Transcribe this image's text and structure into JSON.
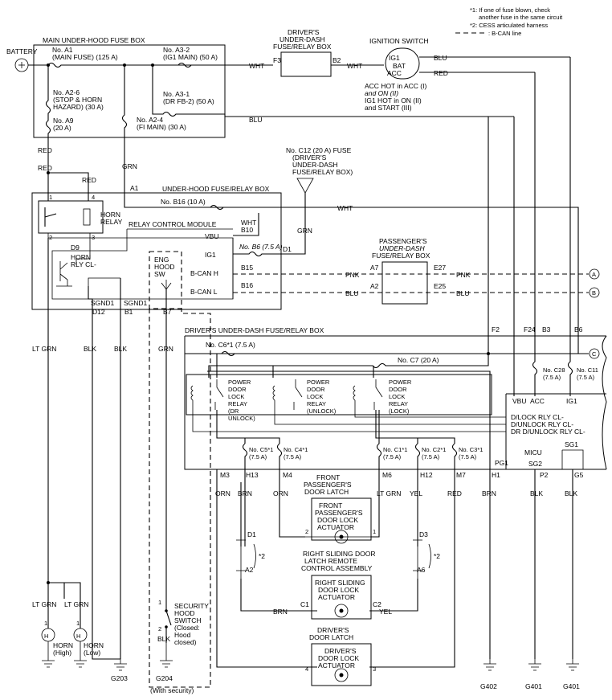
{
  "notes": {
    "n1a": "*1: If one of fuse blown, check",
    "n1b": "another fuse in the same circuit",
    "n2": "*2: CESS articulated harness",
    "n3": ": B-CAN line"
  },
  "main_fuse_box": {
    "title": "MAIN UNDER-HOOD FUSE BOX",
    "battery": "BATTERY",
    "a1": "No. A1",
    "a1_sub": "(MAIN FUSE) (125 A)",
    "a32": "No. A3-2",
    "a32_sub": "(IG1 MAIN) (50 A)",
    "a26": "No. A2-6",
    "a26_sub1": "(STOP & HORN",
    "a26_sub2": "HAZARD) (30 A)",
    "a31": "No. A3-1",
    "a31_sub": "(DR FB-2) (50 A)",
    "a9": "No. A9",
    "a9_sub": "(20 A)",
    "a24": "No. A2-4",
    "a24_sub": "(FI MAIN) (30 A)"
  },
  "driver_fuse_top": {
    "title1": "DRIVER'S",
    "title2": "UNDER-DASH",
    "title3": "FUSE/RELAY BOX",
    "f3": "F3",
    "b2": "B2"
  },
  "ignition": {
    "title": "IGNITION SWITCH",
    "ig1": "IG1",
    "bat": "BAT",
    "acc": "ACC",
    "note1": "ACC HOT in ACC (I)",
    "note2": "and ON (II)",
    "note3": "IG1 HOT in ON (II)",
    "note4": "and START (III)"
  },
  "c12": {
    "l1": "No. C12 (20 A) FUSE",
    "l2": "(DRIVER'S",
    "l3": "UNDER-DASH",
    "l4": "FUSE/RELAY BOX)"
  },
  "underhood": {
    "title": "UNDER-HOOD FUSE/RELAY BOX",
    "a1": "A1",
    "b16": "No. B16 (10 A)",
    "horn1": "HORN",
    "horn2": "RELAY",
    "rcm": "RELAY CONTROL MODULE",
    "vbu": "VBU",
    "b10": "B10",
    "ig1": "IG1",
    "b6": "No. B6 (7.5 A)",
    "d1": "D1",
    "d9": "D9",
    "hornrly1": "HORN",
    "hornrly2": "RLY CL-",
    "bcanh": "B-CAN H",
    "bcanl": "B-CAN L",
    "b15": "B15",
    "b16pin": "B16",
    "sgnd": "SGND1",
    "sgnd2": "SGND1",
    "d12": "D12",
    "b1": "B1",
    "b7": "B7",
    "p1": "1",
    "p2": "2",
    "p3": "3",
    "p4": "4"
  },
  "hood_sw": {
    "l1": "ENG",
    "l2": "HOOD",
    "l3": "SW"
  },
  "pass_fuse": {
    "l1": "PASSENGER'S",
    "l2": "UNDER-DASH",
    "l3": "FUSE/RELAY BOX",
    "a7": "A7",
    "e27": "E27",
    "a2": "A2",
    "e25": "E25",
    "ca": "A",
    "cb": "B",
    "cc": "C"
  },
  "driver_box": {
    "title": "DRIVER'S UNDER-DASH FUSE/RELAY BOX",
    "c6": "No. C6*1 (7.5 A)",
    "c7": "No. C7 (20 A)",
    "relay1": [
      "POWER",
      "DOOR",
      "LOCK",
      "RELAY",
      "(DR",
      "UNLOCK)"
    ],
    "relay2": [
      "POWER",
      "DOOR",
      "LOCK",
      "RELAY",
      "(UNLOCK)"
    ],
    "relay3": [
      "POWER",
      "DOOR",
      "LOCK",
      "RELAY",
      "(LOCK)"
    ],
    "c28a": "No. C28",
    "c28b": "(7.5 A)",
    "c11a": "No. C11",
    "c11b": "(7.5 A)",
    "c5": "No. C5*1",
    "c4": "No. C4*1",
    "c1": "No. C1*1",
    "c2": "No. C2*1",
    "c3": "No. C3*1",
    "amp": "(7.5 A)",
    "f2": "F2",
    "f24": "F24",
    "b3": "B3",
    "b6": "B6",
    "m3": "M3",
    "h13": "H13",
    "m4": "M4",
    "m6": "M6",
    "h12": "H12",
    "m7": "M7",
    "pg1": "PG1",
    "h1": "H1"
  },
  "micu": {
    "vbu": "VBU",
    "acc": "ACC",
    "ig1": "IG1",
    "dlock": "D/LOCK RLY CL-",
    "dunlock": "D/UNLOCK RLY CL-",
    "drunlock": "DR D/UNLOCK RLY CL-",
    "name": "MICU",
    "sg1": "SG1",
    "sg2": "SG2",
    "p2": "P2",
    "g5": "G5"
  },
  "wires": {
    "wht": "WHT",
    "blu": "BLU",
    "red": "RED",
    "grn": "GRN",
    "pnk": "PNK",
    "ltgrn": "LT GRN",
    "blk": "BLK",
    "orn": "ORN",
    "brn": "BRN",
    "yel": "YEL"
  },
  "actuators": {
    "fp_t1": "FRONT",
    "fp_t2": "PASSENGER'S",
    "fp_t3": "DOOR LATCH",
    "fp_a1": "FRONT",
    "fp_a2": "PASSENGER'S",
    "fp_a3": "DOOR LOCK",
    "fp_a4": "ACTUATOR",
    "rs_t1": "RIGHT SLIDING DOOR",
    "rs_t2": "LATCH REMOTE",
    "rs_t3": "CONTROL ASSEMBLY",
    "rs_a1": "RIGHT SLIDING",
    "rs_a2": "DOOR LOCK",
    "rs_a3": "ACTUATOR",
    "dr_t1": "DRIVER'S",
    "dr_t2": "DOOR LATCH",
    "dr_a1": "DRIVER'S",
    "dr_a2": "DOOR LOCK",
    "dr_a3": "ACTUATOR",
    "c1": "C1",
    "c2": "C2",
    "d1": "D1",
    "a2": "A2",
    "d3": "D3",
    "a6": "A6",
    "p1": "1",
    "p2": "2",
    "p3": "3",
    "p4": "4",
    "star2": "*2"
  },
  "horns": {
    "h": "H",
    "high1": "HORN",
    "high2": "(High)",
    "low1": "HORN",
    "low2": "(Low)",
    "p1": "1",
    "p1b": "1"
  },
  "security": {
    "l1": "SECURITY",
    "l2": "HOOD",
    "l3": "SWITCH",
    "l4": "(Closed:",
    "l5": "Hood",
    "l6": "closed)",
    "p1": "1",
    "p2": "2"
  },
  "grounds": {
    "g203": "G203",
    "g204": "G204",
    "g204sub": "(With security)",
    "g402": "G402",
    "g401a": "G401",
    "g401b": "G401"
  }
}
